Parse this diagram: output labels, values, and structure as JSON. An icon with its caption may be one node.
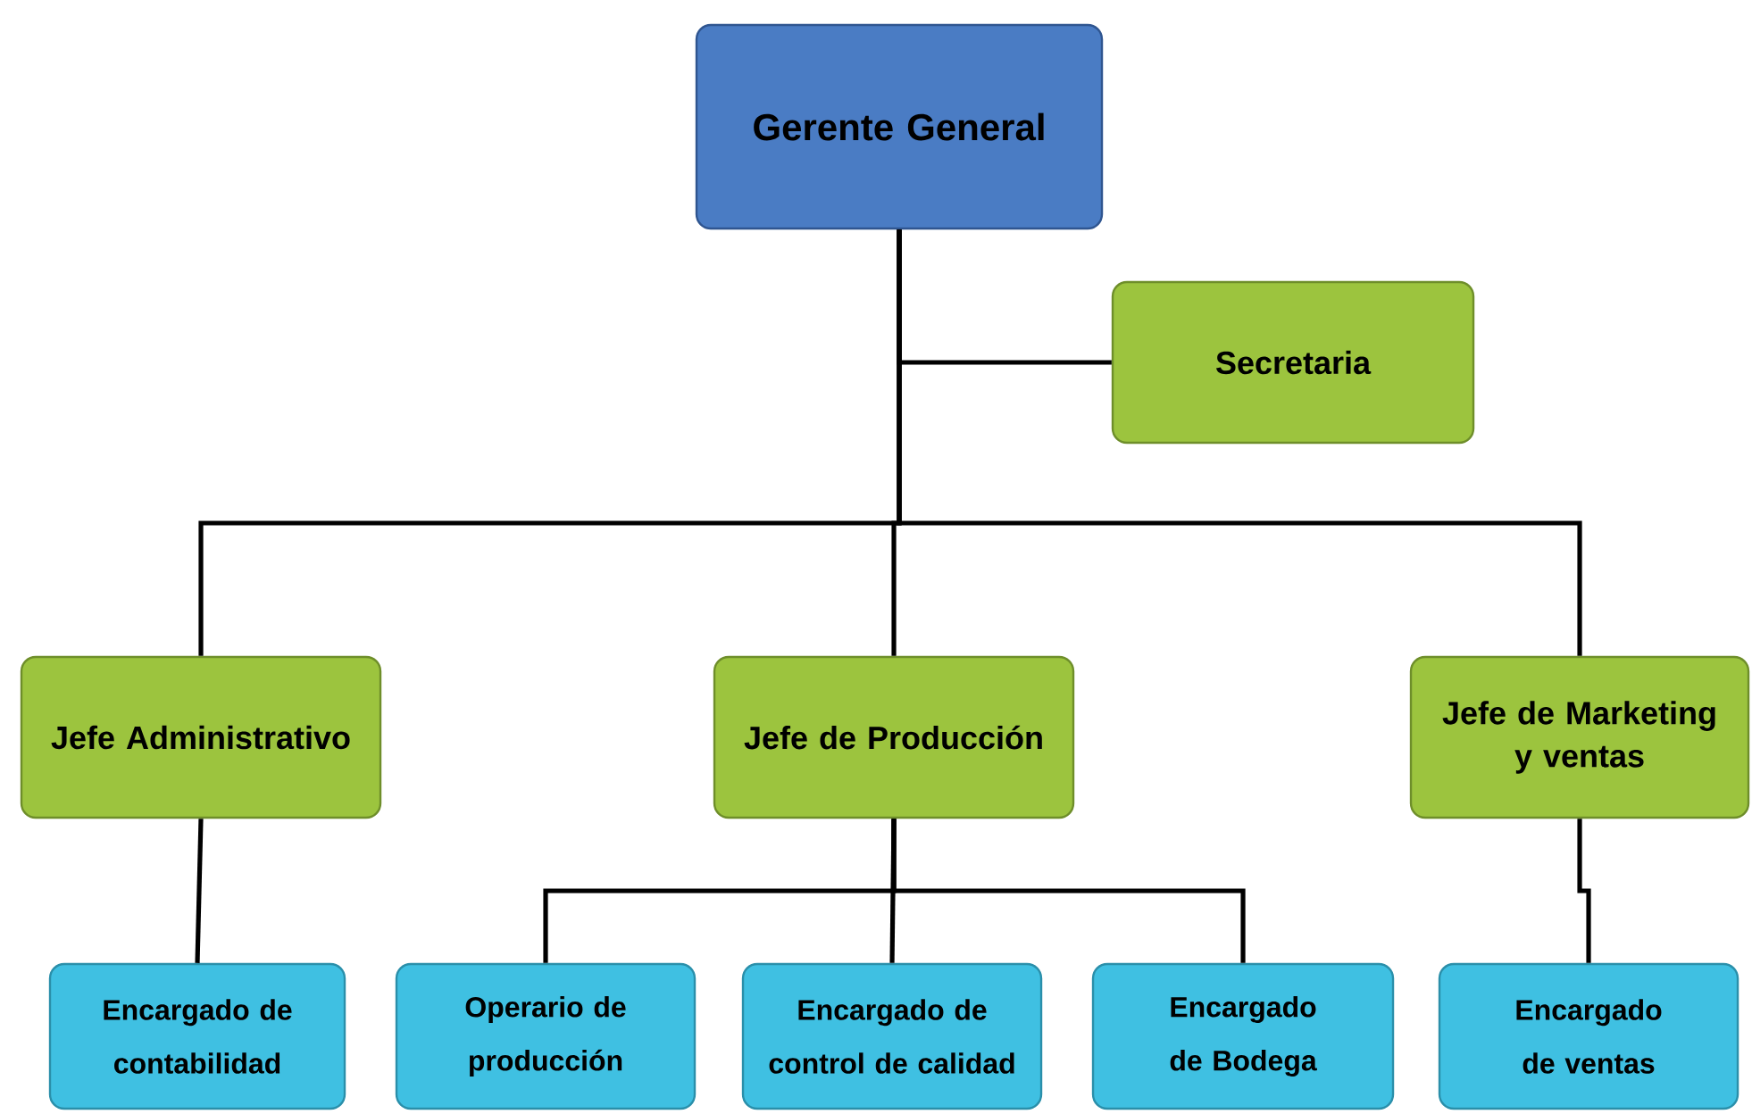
{
  "diagram": {
    "nodes": [
      {
        "text": [
          "Gerente General"
        ]
      },
      {
        "text": [
          "Secretaria"
        ]
      },
      {
        "text": [
          "Jefe Administrativo"
        ]
      },
      {
        "text": [
          "Jefe de Producción"
        ]
      },
      {
        "text": [
          "Jefe de Marketing y ventas"
        ]
      },
      {
        "text": [
          "Encargado de contabilidad"
        ]
      },
      {
        "text": [
          "Operario de producción"
        ]
      },
      {
        "text": [
          "Encargado de control de calidad"
        ]
      },
      {
        "text": [
          "Encargado de Bodega"
        ]
      },
      {
        "text": [
          "Encargado de ventas"
        ]
      }
    ],
    "edges": [
      {
        "from": 0,
        "to": 1,
        "arrow": "none"
      },
      {
        "from": 0,
        "to": 2,
        "arrow": "none"
      },
      {
        "from": 0,
        "to": 3,
        "arrow": "none"
      },
      {
        "from": 0,
        "to": 4,
        "arrow": "none"
      },
      {
        "from": 2,
        "to": 5,
        "arrow": "none"
      },
      {
        "from": 3,
        "to": 6,
        "arrow": "none"
      },
      {
        "from": 3,
        "to": 7,
        "arrow": "none"
      },
      {
        "from": 3,
        "to": 8,
        "arrow": "none"
      },
      {
        "from": 4,
        "to": 9,
        "arrow": "none"
      }
    ]
  }
}
